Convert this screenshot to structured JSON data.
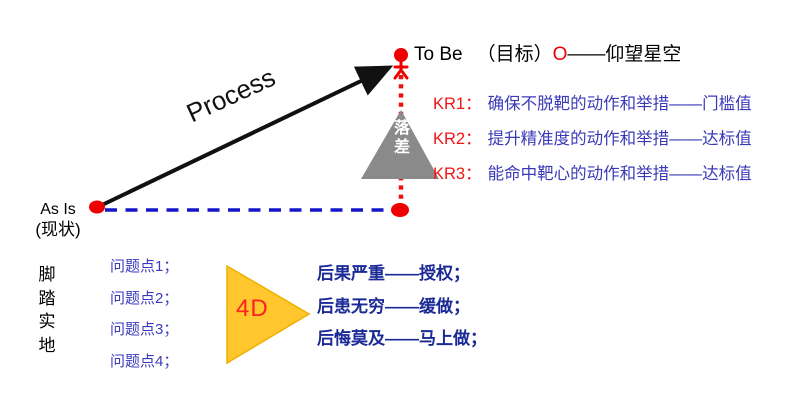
{
  "tobe": {
    "label": "To Be",
    "paren": "（目标）",
    "objective": "O",
    "rest": "——仰望星空"
  },
  "process": {
    "label": "Process"
  },
  "asis": {
    "label": "As Is",
    "paren": "(现状)"
  },
  "footing": {
    "label": "脚\n踏\n实\n地"
  },
  "gap": {
    "label": "落\n差"
  },
  "krs": [
    {
      "label": "KR1：",
      "text": "确保不脱靶的动作和举措——门槛值"
    },
    {
      "label": "KR2：",
      "text": "提升精准度的动作和举措——达标值"
    },
    {
      "label": "KR3：",
      "text": "能命中靶心的动作和举措——达标值"
    }
  ],
  "problems": {
    "items": [
      "问题点1；",
      "问题点2；",
      "问题点3；",
      "问题点4；"
    ]
  },
  "four_d": {
    "label": "4D"
  },
  "outcomes": {
    "items": [
      "后果严重——授权；",
      "后患无穷——缓做；",
      "后悔莫及——马上做；"
    ]
  },
  "colors": {
    "red": "#ee0000",
    "dash_blue": "#1515cc",
    "kr_body_text": "#3a3ab8",
    "problem_text": "#3a3ac0",
    "outcome_text": "#1c2a96",
    "gap_triangle_gray": "#8a8a8a",
    "four_d_gold": "#ffc62e"
  }
}
